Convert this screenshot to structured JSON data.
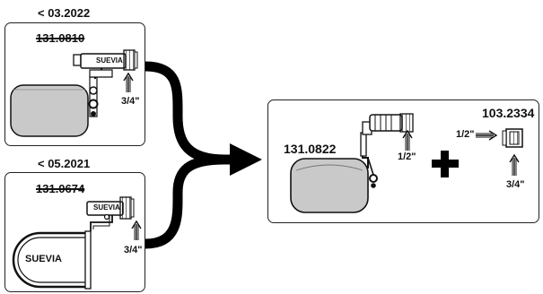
{
  "old_part_1": {
    "date_label": "< 03.2022",
    "code": "131.0810",
    "brand": "SUEVIA",
    "thread_size": "3/4\""
  },
  "old_part_2": {
    "date_label": "< 05.2021",
    "code": "131.0674",
    "brand_small": "SUEVIA",
    "brand_large": "SUEVIA",
    "thread_size": "3/4\""
  },
  "replacement": {
    "float_valve_code": "131.0822",
    "float_valve_thread": "1/2\"",
    "plus_symbol": "+",
    "adapter_code": "103.2334",
    "adapter_in_thread": "1/2\"",
    "adapter_out_thread": "3/4\""
  },
  "colors": {
    "float_fill": "#c9c9c9",
    "outline": "#111111",
    "arrow": "#000000"
  }
}
